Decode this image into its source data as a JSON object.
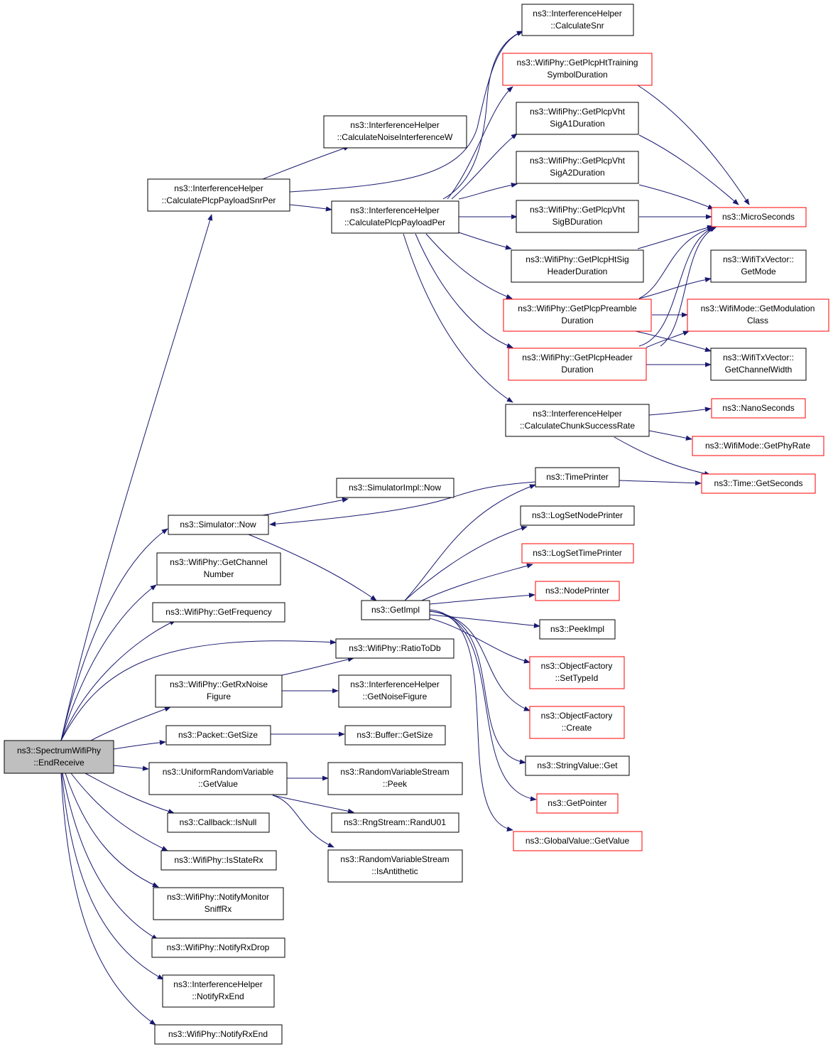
{
  "colors": {
    "edge": "#191970",
    "border": "#000000",
    "border_red": "#ff0000",
    "root_fill": "#bfbfbf"
  },
  "nodes": [
    {
      "id": "end_receive",
      "lines": [
        "ns3::SpectrumWifiPhy",
        "::EndReceive"
      ],
      "style": "root"
    },
    {
      "id": "calc_snr",
      "lines": [
        "ns3::InterferenceHelper",
        "::CalculateSnr"
      ],
      "style": "normal"
    },
    {
      "id": "ht_training",
      "lines": [
        "ns3::WifiPhy::GetPlcpHtTraining",
        "SymbolDuration"
      ],
      "style": "red"
    },
    {
      "id": "calc_noise",
      "lines": [
        "ns3::InterferenceHelper",
        "::CalculateNoiseInterferenceW"
      ],
      "style": "normal"
    },
    {
      "id": "vht_a1",
      "lines": [
        "ns3::WifiPhy::GetPlcpVht",
        "SigA1Duration"
      ],
      "style": "normal"
    },
    {
      "id": "vht_a2",
      "lines": [
        "ns3::WifiPhy::GetPlcpVht",
        "SigA2Duration"
      ],
      "style": "normal"
    },
    {
      "id": "snr_per",
      "lines": [
        "ns3::InterferenceHelper",
        "::CalculatePlcpPayloadSnrPer"
      ],
      "style": "normal"
    },
    {
      "id": "payload_per",
      "lines": [
        "ns3::InterferenceHelper",
        "::CalculatePlcpPayloadPer"
      ],
      "style": "normal"
    },
    {
      "id": "vht_b",
      "lines": [
        "ns3::WifiPhy::GetPlcpVht",
        "SigBDuration"
      ],
      "style": "normal"
    },
    {
      "id": "micro",
      "lines": [
        "ns3::MicroSeconds"
      ],
      "style": "red"
    },
    {
      "id": "ht_sig",
      "lines": [
        "ns3::WifiPhy::GetPlcpHtSig",
        "HeaderDuration"
      ],
      "style": "normal"
    },
    {
      "id": "get_mode",
      "lines": [
        "ns3::WifiTxVector::",
        "GetMode"
      ],
      "style": "normal"
    },
    {
      "id": "preamble",
      "lines": [
        "ns3::WifiPhy::GetPlcpPreamble",
        "Duration"
      ],
      "style": "red"
    },
    {
      "id": "mod_class",
      "lines": [
        "ns3::WifiMode::GetModulation",
        "Class"
      ],
      "style": "red"
    },
    {
      "id": "header",
      "lines": [
        "ns3::WifiPhy::GetPlcpHeader",
        "Duration"
      ],
      "style": "red"
    },
    {
      "id": "chan_width",
      "lines": [
        "ns3::WifiTxVector::",
        "GetChannelWidth"
      ],
      "style": "normal"
    },
    {
      "id": "chunk",
      "lines": [
        "ns3::InterferenceHelper",
        "::CalculateChunkSuccessRate"
      ],
      "style": "normal"
    },
    {
      "id": "nano",
      "lines": [
        "ns3::NanoSeconds"
      ],
      "style": "red"
    },
    {
      "id": "phy_rate",
      "lines": [
        "ns3::WifiMode::GetPhyRate"
      ],
      "style": "red"
    },
    {
      "id": "time_printer",
      "lines": [
        "ns3::TimePrinter"
      ],
      "style": "normal"
    },
    {
      "id": "get_seconds",
      "lines": [
        "ns3::Time::GetSeconds"
      ],
      "style": "red"
    },
    {
      "id": "simimpl_now",
      "lines": [
        "ns3::SimulatorImpl::Now"
      ],
      "style": "normal"
    },
    {
      "id": "sim_now",
      "lines": [
        "ns3::Simulator::Now"
      ],
      "style": "normal"
    },
    {
      "id": "log_node",
      "lines": [
        "ns3::LogSetNodePrinter"
      ],
      "style": "normal"
    },
    {
      "id": "channel_num",
      "lines": [
        "ns3::WifiPhy::GetChannel",
        "Number"
      ],
      "style": "normal"
    },
    {
      "id": "log_time",
      "lines": [
        "ns3::LogSetTimePrinter"
      ],
      "style": "red"
    },
    {
      "id": "node_printer",
      "lines": [
        "ns3::NodePrinter"
      ],
      "style": "red"
    },
    {
      "id": "get_freq",
      "lines": [
        "ns3::WifiPhy::GetFrequency"
      ],
      "style": "normal"
    },
    {
      "id": "get_impl",
      "lines": [
        "ns3::GetImpl"
      ],
      "style": "normal"
    },
    {
      "id": "peek_impl",
      "lines": [
        "ns3::PeekImpl"
      ],
      "style": "normal"
    },
    {
      "id": "ratio_db",
      "lines": [
        "ns3::WifiPhy::RatioToDb"
      ],
      "style": "normal"
    },
    {
      "id": "set_typeid",
      "lines": [
        "ns3::ObjectFactory",
        "::SetTypeId"
      ],
      "style": "red"
    },
    {
      "id": "rx_noise",
      "lines": [
        "ns3::WifiPhy::GetRxNoise",
        "Figure"
      ],
      "style": "normal"
    },
    {
      "id": "noise_fig",
      "lines": [
        "ns3::InterferenceHelper",
        "::GetNoiseFigure"
      ],
      "style": "normal"
    },
    {
      "id": "of_create",
      "lines": [
        "ns3::ObjectFactory",
        "::Create"
      ],
      "style": "red"
    },
    {
      "id": "pkt_size",
      "lines": [
        "ns3::Packet::GetSize"
      ],
      "style": "normal"
    },
    {
      "id": "buf_size",
      "lines": [
        "ns3::Buffer::GetSize"
      ],
      "style": "normal"
    },
    {
      "id": "str_get",
      "lines": [
        "ns3::StringValue::Get"
      ],
      "style": "normal"
    },
    {
      "id": "urv_value",
      "lines": [
        "ns3::UniformRandomVariable",
        "::GetValue"
      ],
      "style": "normal"
    },
    {
      "id": "rvs_peek",
      "lines": [
        "ns3::RandomVariableStream",
        "::Peek"
      ],
      "style": "normal"
    },
    {
      "id": "get_pointer",
      "lines": [
        "ns3::GetPointer"
      ],
      "style": "red"
    },
    {
      "id": "cb_isnull",
      "lines": [
        "ns3::Callback::IsNull"
      ],
      "style": "normal"
    },
    {
      "id": "randu01",
      "lines": [
        "ns3::RngStream::RandU01"
      ],
      "style": "normal"
    },
    {
      "id": "gv_value",
      "lines": [
        "ns3::GlobalValue::GetValue"
      ],
      "style": "red"
    },
    {
      "id": "is_state_rx",
      "lines": [
        "ns3::WifiPhy::IsStateRx"
      ],
      "style": "normal"
    },
    {
      "id": "is_antithetic",
      "lines": [
        "ns3::RandomVariableStream",
        "::IsAntithetic"
      ],
      "style": "normal"
    },
    {
      "id": "notify_mon",
      "lines": [
        "ns3::WifiPhy::NotifyMonitor",
        "SniffRx"
      ],
      "style": "normal"
    },
    {
      "id": "rx_drop",
      "lines": [
        "ns3::WifiPhy::NotifyRxDrop"
      ],
      "style": "normal"
    },
    {
      "id": "ih_rx_end",
      "lines": [
        "ns3::InterferenceHelper",
        "::NotifyRxEnd"
      ],
      "style": "normal"
    },
    {
      "id": "phy_rx_end",
      "lines": [
        "ns3::WifiPhy::NotifyRxEnd"
      ],
      "style": "normal"
    }
  ]
}
